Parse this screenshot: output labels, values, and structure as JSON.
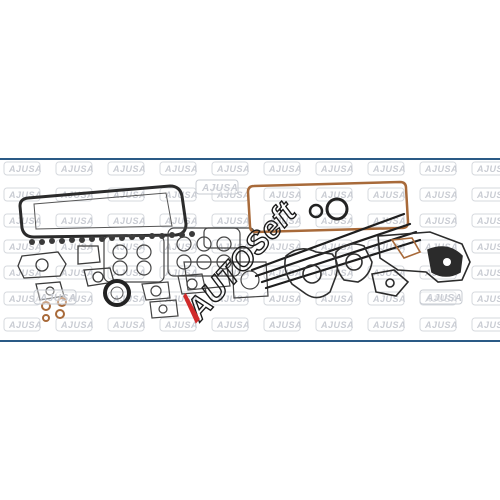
{
  "product": {
    "description": "Full gasket set (engine) product photo",
    "frame_color": "#2a5a86",
    "gasket_dark": "#2b2b2b",
    "gasket_copper": "#a86a3a"
  },
  "watermarks": {
    "maker_text": "AJUSA",
    "dealer_text": "AUTOSeft",
    "dealer_color_outline": "#1a1a1a",
    "dealer_accent": "#d12a2a"
  }
}
